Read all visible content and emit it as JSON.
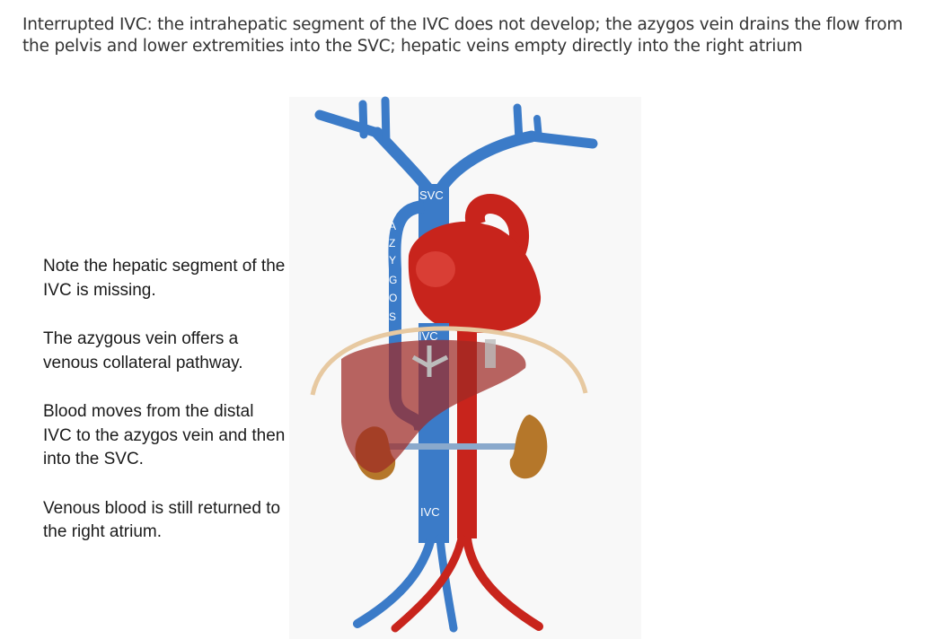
{
  "caption": "Interrupted IVC: the intrahepatic segment of the IVC does not develop; the azygos vein drains the flow from the pelvis and lower extremities into the SVC; hepatic veins empty directly into the right atrium",
  "notes": [
    "Note the hepatic segment of the IVC is missing.",
    "The azygous vein offers a venous collateral pathway.",
    "Blood moves from the distal IVC to the azygos vein and then into the SVC.",
    "Venous blood is still returned to the right atrium."
  ],
  "labels": {
    "svc": "SVC",
    "ivc_upper": "IVC",
    "ivc_lower": "IVC",
    "azygos": [
      "A",
      "Z",
      "Y",
      "G",
      "O",
      "S"
    ]
  },
  "colors": {
    "vein": "#3b7bc8",
    "artery": "#c8241c",
    "heart": "#c8241c",
    "liver": "#9e2a26",
    "kidney": "#b5772a",
    "diaphragm": "#e7c9a1"
  }
}
